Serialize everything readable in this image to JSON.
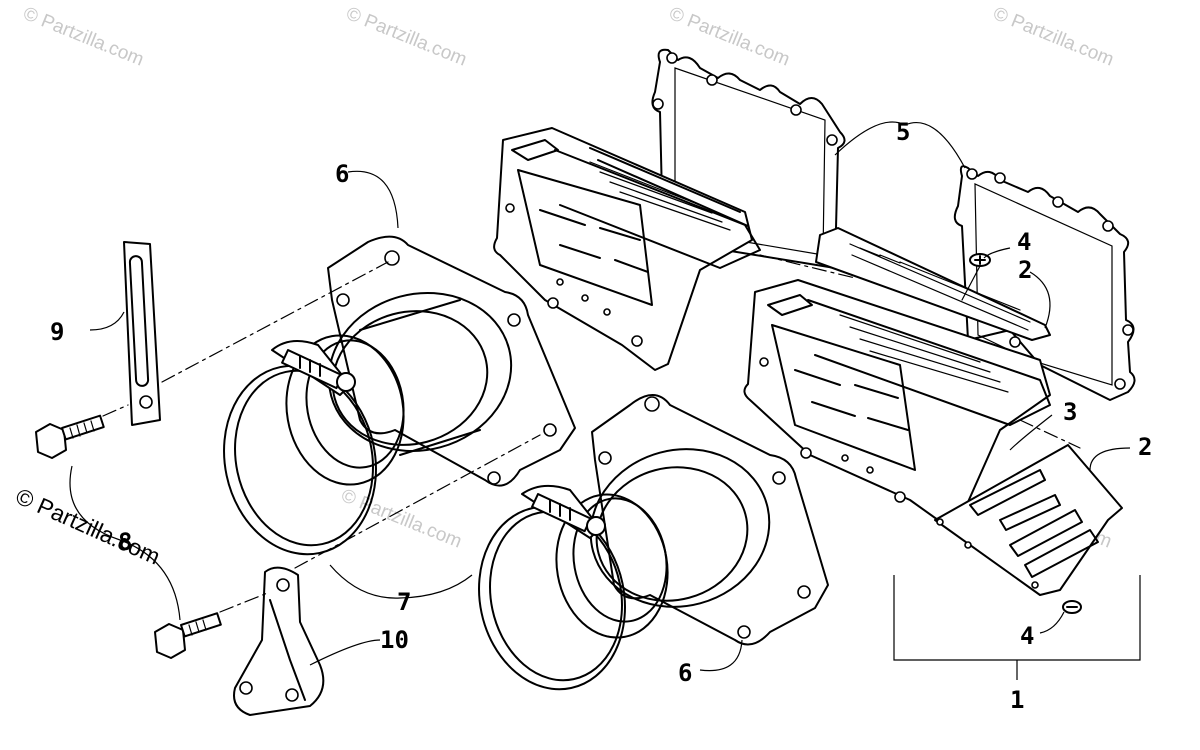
{
  "watermark": {
    "text": "© Partzilla.com",
    "main_text": "© Partzilla.com"
  },
  "callouts": {
    "c1": "1",
    "c2a": "2",
    "c2b": "2",
    "c3": "3",
    "c4a": "4",
    "c4b": "4",
    "c5": "5",
    "c6a": "6",
    "c6b": "6",
    "c7": "7",
    "c8": "8",
    "c9": "9",
    "c10": "10"
  }
}
